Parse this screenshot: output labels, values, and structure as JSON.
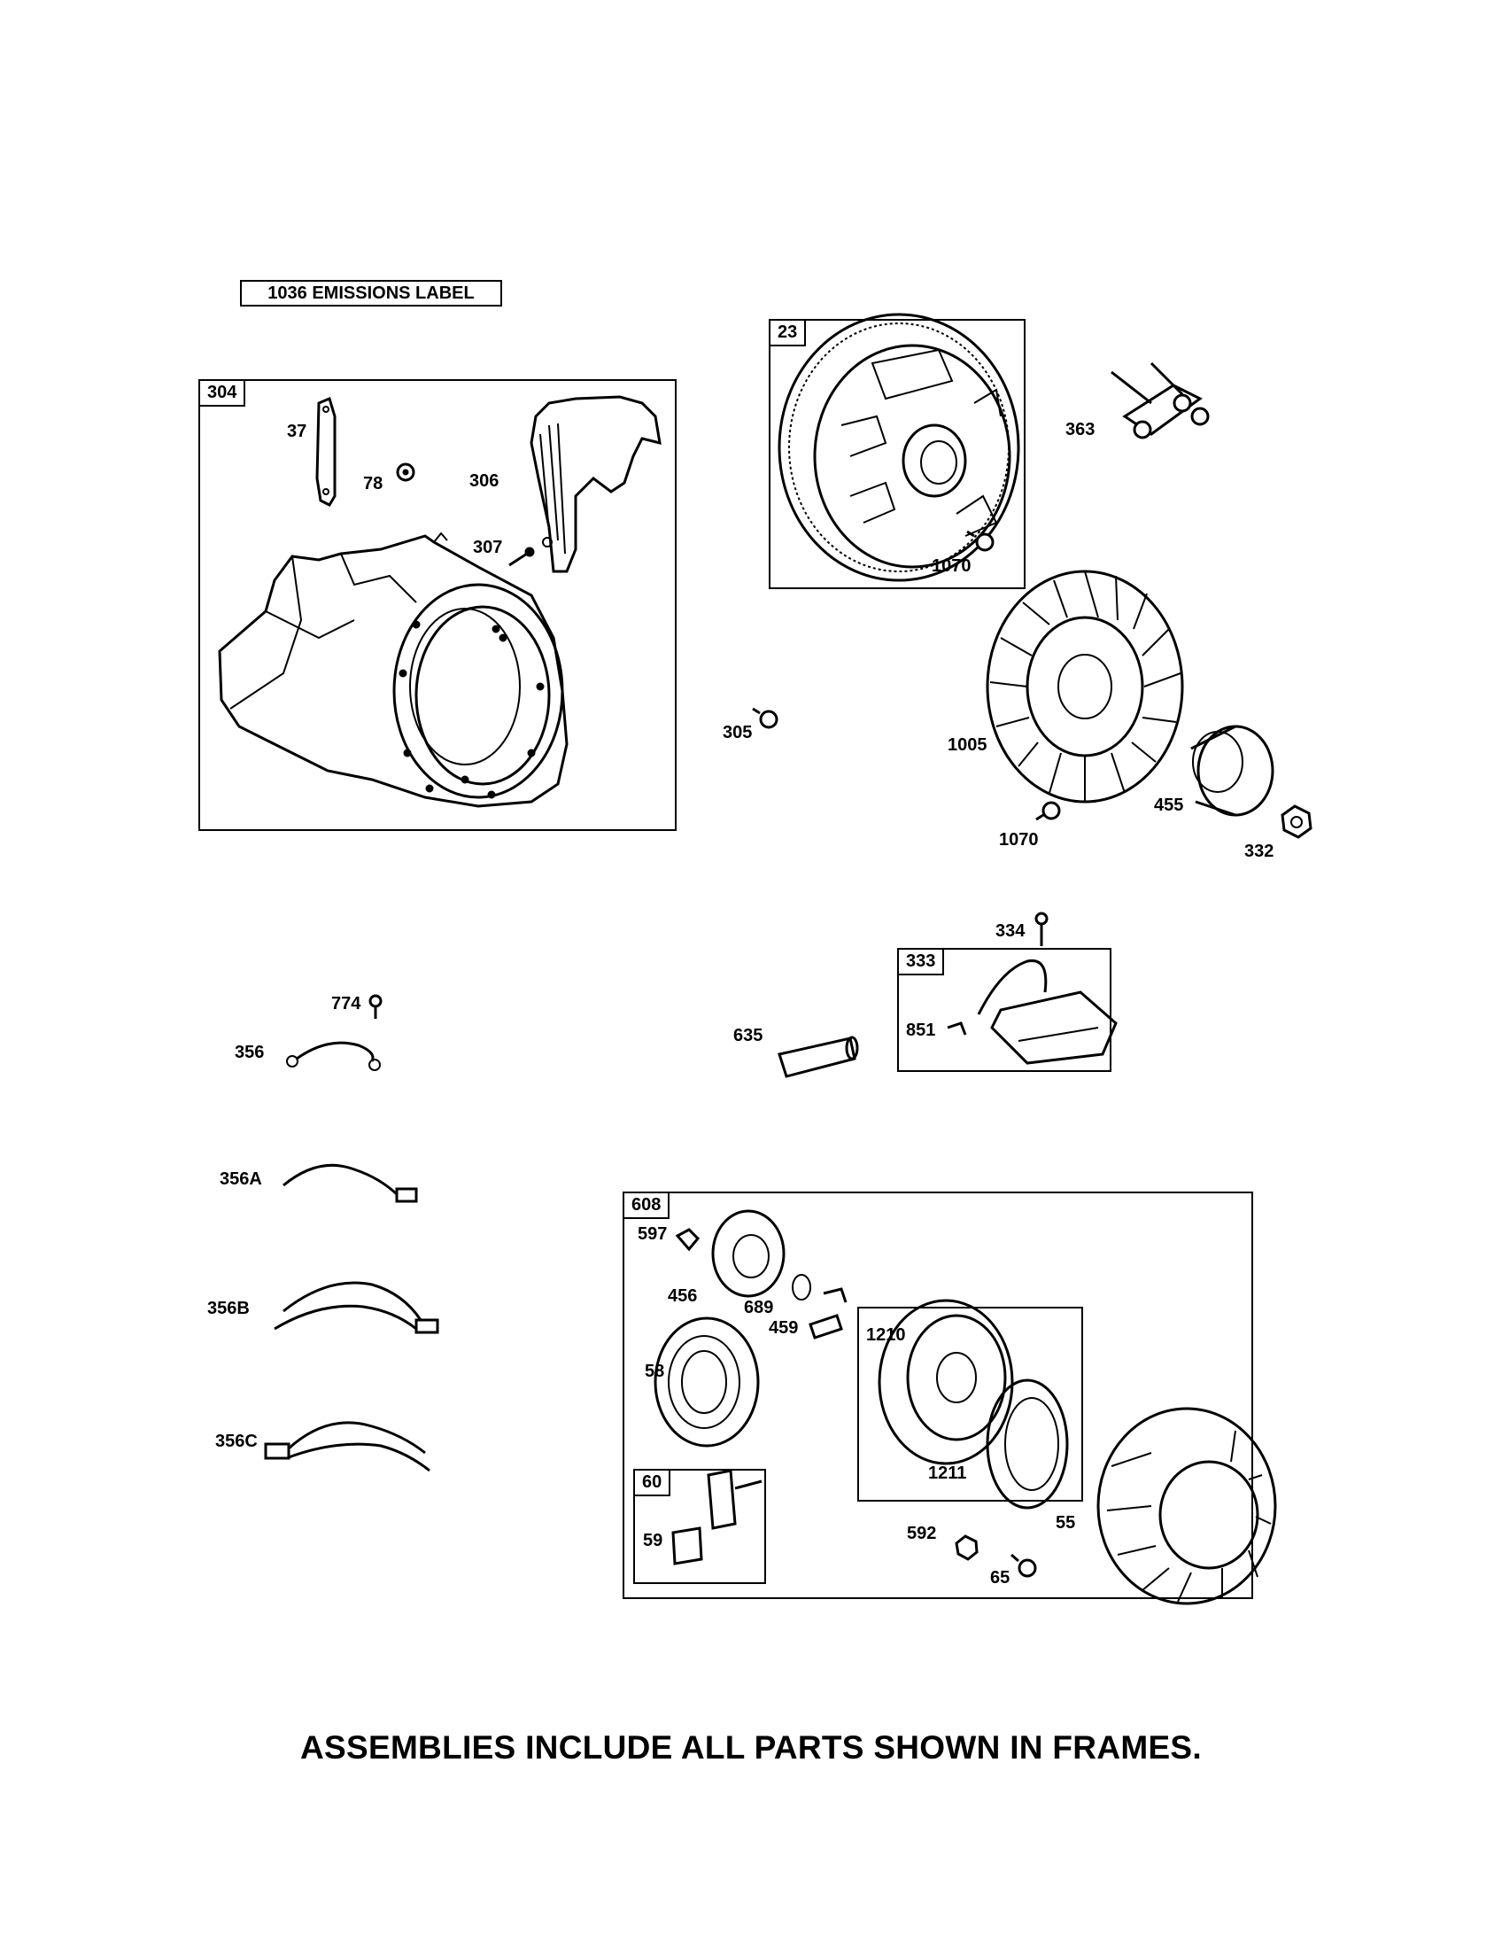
{
  "emissions_label": "1036 EMISSIONS LABEL",
  "footer": "ASSEMBLIES INCLUDE ALL PARTS SHOWN IN FRAMES.",
  "frames": {
    "f304": "304",
    "f23": "23",
    "f333": "333",
    "f608": "608",
    "f60": "60"
  },
  "parts": {
    "p37": "37",
    "p78": "78",
    "p306": "306",
    "p307": "307",
    "p363": "363",
    "p1070a": "1070",
    "p305": "305",
    "p1005": "1005",
    "p455": "455",
    "p1070b": "1070",
    "p332": "332",
    "p334": "334",
    "p774": "774",
    "p356": "356",
    "p635": "635",
    "p851": "851",
    "p356A": "356A",
    "p356B": "356B",
    "p356C": "356C",
    "p597": "597",
    "p456": "456",
    "p689": "689",
    "p459": "459",
    "p1210": "1210",
    "p58": "58",
    "p1211": "1211",
    "p59": "59",
    "p592": "592",
    "p55": "55",
    "p65": "65"
  }
}
